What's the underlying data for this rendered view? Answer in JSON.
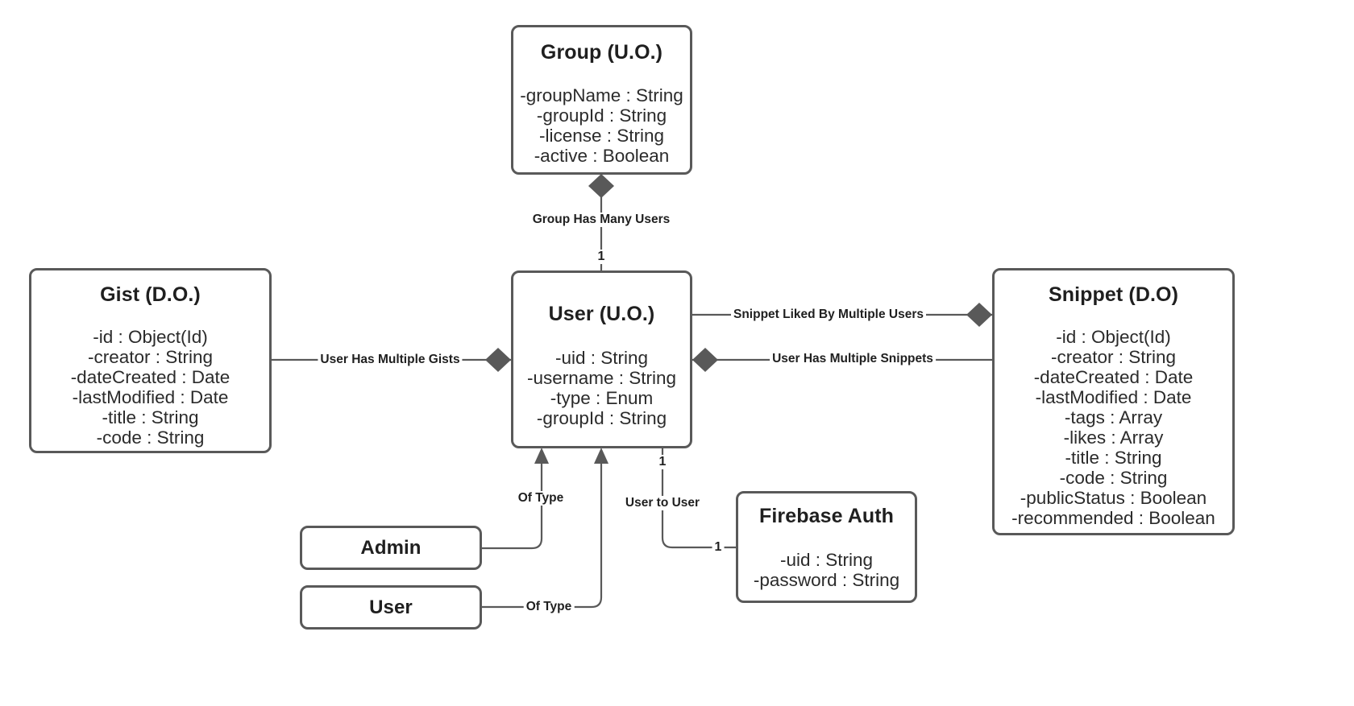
{
  "diagram": {
    "title": "UML Class Diagram",
    "stroke_color": "#595959",
    "fill_color": "#ffffff",
    "text_color": "#1f1f1f",
    "marker_color": "#595959"
  },
  "classes": {
    "group": {
      "title": "Group (U.O.)",
      "attributes": [
        "-groupName : String",
        "-groupId : String",
        "-license : String",
        "-active : Boolean"
      ]
    },
    "gist": {
      "title": "Gist (D.O.)",
      "attributes": [
        "-id : Object(Id)",
        "-creator : String",
        "-dateCreated : Date",
        "-lastModified : Date",
        "-title : String",
        "-code : String"
      ]
    },
    "user": {
      "title": "User (U.O.)",
      "attributes": [
        "-uid : String",
        "-username : String",
        "-type : Enum",
        "-groupId : String"
      ]
    },
    "snippet": {
      "title": "Snippet (D.O)",
      "attributes": [
        "-id : Object(Id)",
        "-creator : String",
        "-dateCreated : Date",
        "-lastModified : Date",
        "-tags : Array",
        "-likes : Array",
        "-title : String",
        "-code : String",
        "-publicStatus : Boolean",
        "-recommended : Boolean"
      ]
    },
    "firebase": {
      "title": "Firebase Auth",
      "attributes": [
        "-uid : String",
        "-password : String"
      ]
    },
    "admin": {
      "title": "Admin",
      "attributes": []
    },
    "user_role": {
      "title": "User",
      "attributes": []
    }
  },
  "relationships": [
    {
      "id": "group-user",
      "label": "Group Has Many Users",
      "from": "group",
      "to": "user",
      "marker": "filled-diamond",
      "multiplicity": "1"
    },
    {
      "id": "gist-user",
      "label": "User Has Multiple Gists",
      "from": "gist",
      "to": "user",
      "marker": "filled-diamond",
      "multiplicity": ""
    },
    {
      "id": "snippet-likes",
      "label": "Snippet Liked By Multiple Users",
      "from": "user",
      "to": "snippet",
      "marker": "filled-diamond",
      "multiplicity": ""
    },
    {
      "id": "user-snippets",
      "label": "User Has Multiple Snippets",
      "from": "user",
      "to": "snippet",
      "marker": "filled-diamond",
      "multiplicity": ""
    },
    {
      "id": "admin-of-type",
      "label": "Of Type",
      "from": "admin",
      "to": "user",
      "marker": "arrow",
      "multiplicity": ""
    },
    {
      "id": "userrole-of-type",
      "label": "Of Type",
      "from": "user_role",
      "to": "user",
      "marker": "arrow",
      "multiplicity": ""
    },
    {
      "id": "user-to-user",
      "label": "User to User",
      "from": "user",
      "to": "firebase",
      "marker": "none",
      "multiplicity": "1",
      "multiplicity_2": "1"
    }
  ]
}
